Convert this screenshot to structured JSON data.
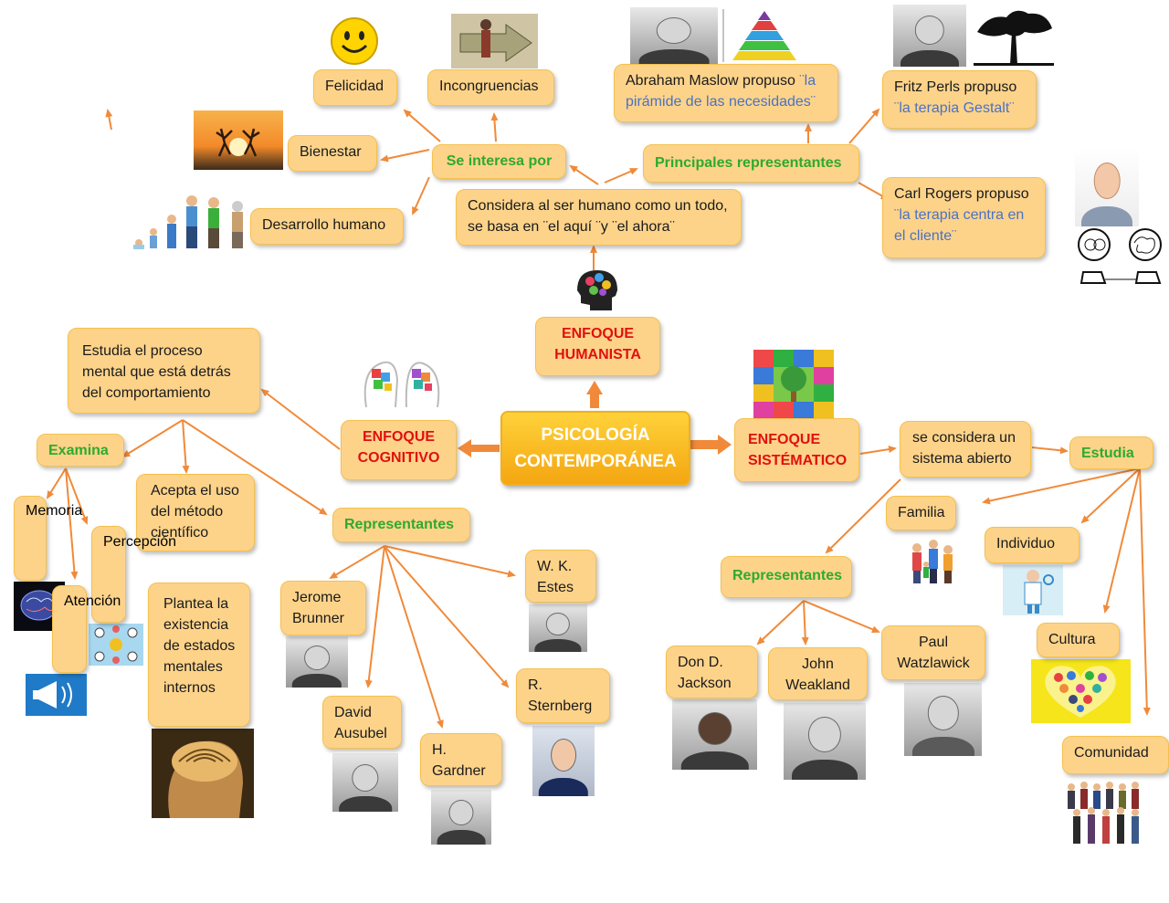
{
  "title": [
    "PSICOLOGÍA",
    "CONTEMPORÁNEA"
  ],
  "colors": {
    "node_fill": "#fdd38a",
    "node_border": "#f5c04e",
    "arrow": "#f08a3a",
    "green_text": "#2eaa2e",
    "red_text": "#e01010",
    "blue_text": "#4a72c4",
    "center_fill": "#f9b826"
  },
  "humanista": {
    "label": [
      "ENFOQUE",
      "HUMANISTA"
    ],
    "considera": "Considera al ser humano como un todo, se basa en ¨el aquí ¨y ¨el ahora¨",
    "se_interesa": "Se interesa por",
    "intereses": [
      "Felicidad",
      "Incongruencias",
      "Bienestar",
      "Desarrollo humano"
    ],
    "principales": "Principales representantes",
    "representantes": [
      {
        "text": "Abraham Maslow propuso ",
        "highlight": "¨la pirámide de las necesidades¨"
      },
      {
        "text": "Fritz Perls propuso ",
        "highlight": "¨la terapia Gestalt¨"
      },
      {
        "text": "Carl Rogers propuso ",
        "highlight": "¨la terapia centra en el cliente¨"
      }
    ]
  },
  "cognitivo": {
    "label": [
      "ENFOQUE",
      "COGNITIVO"
    ],
    "estudia": "Estudia el proceso mental que está detrás del comportamiento",
    "examina": "Examina",
    "examina_items": [
      "Memoria",
      "Percepción",
      "Atención"
    ],
    "acepta": "Acepta el uso del método científico",
    "plantea": "Plantea la existencia de estados mentales internos",
    "representantes_label": "Representantes",
    "representantes": [
      "Jerome Brunner",
      "W. K. Estes",
      "David Ausubel",
      "H. Gardner",
      "R. Sternberg"
    ]
  },
  "sistematico": {
    "label": [
      "ENFOQUE",
      "SISTÉMATICO"
    ],
    "considera": "se considera un sistema abierto",
    "estudia": "Estudia",
    "estudia_items": [
      "Familia",
      "Individuo",
      "Cultura",
      "Comunidad"
    ],
    "representantes_label": "Representantes",
    "representantes": [
      "Don D. Jackson",
      "John Weakland",
      "Paul Watzlawick"
    ]
  },
  "icons": [
    "smiley-icon",
    "businessman-arrow-icon",
    "sunset-jump-icon",
    "evolution-people-icon",
    "maslow-pyramid-icon",
    "tree-icon",
    "head-brain-icon",
    "brain-puzzle-icon",
    "family-tree-icon",
    "brain-scan-icon",
    "senses-icon",
    "megaphone-icon",
    "labyrinth-head-icon",
    "family-icon",
    "doctor-icon",
    "culture-heart-icon",
    "crowd-icon"
  ]
}
